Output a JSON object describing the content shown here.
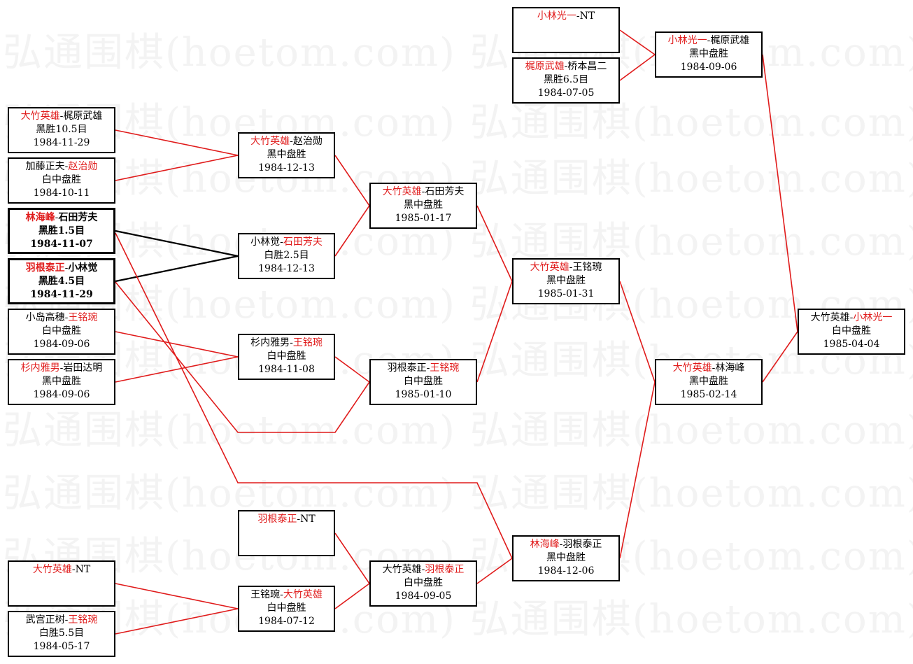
{
  "watermark": {
    "text": "弘通围棋(hoetom.com) 弘通围棋(hoetom.com)"
  },
  "colors": {
    "winner": "#e01b1b",
    "loser": "#000000",
    "winner_line": "#e01b1b",
    "loser_line": "#000000"
  },
  "matches": [
    {
      "id": "m1",
      "p1": "大竹英雄",
      "sep": "-",
      "p2": "梶原武雄",
      "winner": 1,
      "result": "黑胜10.5目",
      "date": "1984-11-29"
    },
    {
      "id": "m2",
      "p1": "加藤正夫",
      "sep": "-",
      "p2": "赵治勋",
      "winner": 2,
      "result": "白中盘胜",
      "date": "1984-10-11"
    },
    {
      "id": "m3",
      "p1": "林海峰",
      "sep": "-",
      "p2": "石田芳夫",
      "winner": 1,
      "result": "黑胜1.5目",
      "date": "1984-11-07"
    },
    {
      "id": "m4",
      "p1": "羽根泰正",
      "sep": "-",
      "p2": "小林觉",
      "winner": 1,
      "result": "黑胜4.5目",
      "date": "1984-11-29"
    },
    {
      "id": "m5",
      "p1": "小岛高穗",
      "sep": "-",
      "p2": "王铭琬",
      "winner": 2,
      "result": "白中盘胜",
      "date": "1984-09-06"
    },
    {
      "id": "m6",
      "p1": "杉内雅男",
      "sep": "-",
      "p2": "岩田达明",
      "winner": 1,
      "result": "黑中盘胜",
      "date": "1984-09-06"
    },
    {
      "id": "m7",
      "p1": "大竹英雄",
      "sep": "-",
      "p2": "NT",
      "winner": 1,
      "result": "",
      "date": ""
    },
    {
      "id": "m8",
      "p1": "武宫正树",
      "sep": "-",
      "p2": "王铭琬",
      "winner": 2,
      "result": "白胜5.5目",
      "date": "1984-05-17"
    },
    {
      "id": "m9",
      "p1": "大竹英雄",
      "sep": "-",
      "p2": "赵治勋",
      "winner": 1,
      "result": "黑中盘胜",
      "date": "1984-12-13"
    },
    {
      "id": "m10",
      "p1": "小林觉",
      "sep": "-",
      "p2": "石田芳夫",
      "winner": 2,
      "result": "白胜2.5目",
      "date": "1984-12-13"
    },
    {
      "id": "m11",
      "p1": "杉内雅男",
      "sep": "-",
      "p2": "王铭琬",
      "winner": 2,
      "result": "白中盘胜",
      "date": "1984-11-08"
    },
    {
      "id": "m12",
      "p1": "羽根泰正",
      "sep": "-",
      "p2": "NT",
      "winner": 1,
      "result": "",
      "date": ""
    },
    {
      "id": "m13",
      "p1": "王铭琬",
      "sep": "-",
      "p2": "大竹英雄",
      "winner": 2,
      "result": "白中盘胜",
      "date": "1984-07-12"
    },
    {
      "id": "m14",
      "p1": "大竹英雄",
      "sep": "-",
      "p2": "石田芳夫",
      "winner": 1,
      "result": "黑中盘胜",
      "date": "1985-01-17"
    },
    {
      "id": "m15",
      "p1": "羽根泰正",
      "sep": "-",
      "p2": "王铭琬",
      "winner": 2,
      "result": "白中盘胜",
      "date": "1985-01-10"
    },
    {
      "id": "m16",
      "p1": "大竹英雄",
      "sep": "-",
      "p2": "羽根泰正",
      "winner": 2,
      "result": "白中盘胜",
      "date": "1984-09-05"
    },
    {
      "id": "m17",
      "p1": "小林光一",
      "sep": "-",
      "p2": "NT",
      "winner": 1,
      "result": "",
      "date": ""
    },
    {
      "id": "m18",
      "p1": "梶原武雄",
      "sep": "-",
      "p2": "桥本昌二",
      "winner": 1,
      "result": "黑胜6.5目",
      "date": "1984-07-05"
    },
    {
      "id": "m19",
      "p1": "大竹英雄",
      "sep": "-",
      "p2": "王铭琬",
      "winner": 1,
      "result": "黑中盘胜",
      "date": "1985-01-31"
    },
    {
      "id": "m20",
      "p1": "林海峰",
      "sep": "-",
      "p2": "羽根泰正",
      "winner": 1,
      "result": "黑中盘胜",
      "date": "1984-12-06"
    },
    {
      "id": "m21",
      "p1": "小林光一",
      "sep": "-",
      "p2": "梶原武雄",
      "winner": 1,
      "result": "黑中盘胜",
      "date": "1984-09-06"
    },
    {
      "id": "m22",
      "p1": "大竹英雄",
      "sep": "-",
      "p2": "林海峰",
      "winner": 1,
      "result": "黑中盘胜",
      "date": "1985-02-14"
    },
    {
      "id": "m23",
      "p1": "大竹英雄",
      "sep": "-",
      "p2": "小林光一",
      "winner": 2,
      "result": "白中盘胜",
      "date": "1985-04-04"
    }
  ]
}
